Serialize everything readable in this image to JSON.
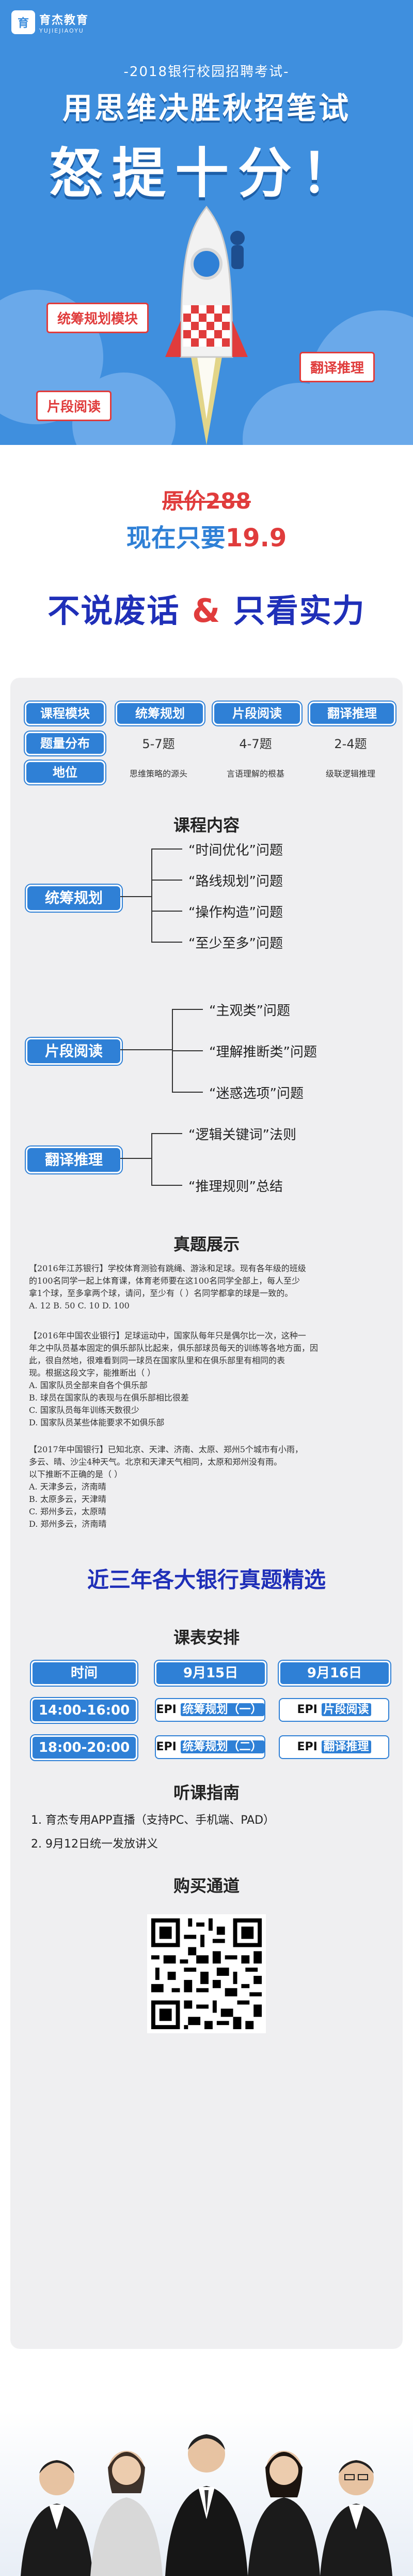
{
  "hero": {
    "logo_cn": "育杰教育",
    "logo_en": "YUJIEJIAOYU",
    "subtitle": "-2018银行校园招聘考试-",
    "title_line1": "用思维决胜秋招笔试",
    "title_line2": "怒提十分！",
    "tags": [
      "统筹规划模块",
      "翻译推理",
      "片段阅读"
    ]
  },
  "pricing": {
    "original": "原价288",
    "current_prefix": "现在只要",
    "current_value": "19.9",
    "slogan_left": "不说废话",
    "slogan_amp": "&",
    "slogan_right": "只看实力"
  },
  "module_table": {
    "headers": [
      "课程模块",
      "统筹规划",
      "片段阅读",
      "翻译推理"
    ],
    "row_distribution": {
      "label": "题量分布",
      "values": [
        "5-7题",
        "4-7题",
        "2-4题"
      ]
    },
    "row_position": {
      "label": "地位",
      "values": [
        "思维策略的源头",
        "言语理解的根基",
        "级联逻辑推理"
      ]
    }
  },
  "course_content": {
    "title": "课程内容",
    "modules": [
      {
        "label": "统筹规划",
        "items": [
          "“时间优化”问题",
          "“路线规划”问题",
          "“操作构造”问题",
          "“至少至多”问题"
        ]
      },
      {
        "label": "片段阅读",
        "items": [
          "“主观类”问题",
          "“理解推断类”问题",
          "“迷惑选项”问题"
        ]
      },
      {
        "label": "翻译推理",
        "items": [
          "“逻辑关键词”法则",
          "“推理规则”总结"
        ]
      }
    ]
  },
  "questions": {
    "title": "真题展示",
    "blocks": [
      [
        "【2016年江苏银行】学校体育测验有跳绳、游泳和足球。现有各年级的班级",
        "的100名同学一起上体育课，体育老师要在这100名同学全部上，每人至少",
        "拿1个球，至多拿两个球，请问，至少有（   ）名同学都拿的球是一致的。",
        "A. 12            B. 50            C. 10            D. 100"
      ],
      [
        "【2016年中国农业银行】足球运动中，国家队每年只是偶尔比一次，这种一",
        "年之中队员基本固定的俱乐部队比起来，俱乐部球员每天的训练等各地方面，因",
        "此，很自然地，很难看到同一球员在国家队里和在俱乐部里有相同的表",
        "现。根据这段文字，能推断出（   ）",
        "A. 国家队员全部来自各个俱乐部",
        "B. 球员在国家队的表现与在俱乐部相比很差",
        "C. 国家队员每年训练天数很少",
        "D. 国家队员某些体能要求不如俱乐部"
      ],
      [
        "【2017年中国银行】已知北京、天津、济南、太原、郑州5个城市有小雨，",
        "多云、晴、沙尘4种天气。北京和天津天气相同，太原和郑州没有雨。",
        "以下推断不正确的是（   ）",
        "A. 天津多云，济南晴",
        "B. 太原多云，天津晴",
        "C. 郑州多云，太原晴",
        "D. 郑州多云，济南晴"
      ]
    ]
  },
  "banner": "近三年各大银行真题精选",
  "schedule": {
    "title": "课表安排",
    "headers": [
      "时间",
      "9月15日",
      "9月16日"
    ],
    "rows": [
      {
        "time": "14:00-16:00",
        "day1_tag": "EPI",
        "day1": "统筹规划（一）",
        "day2_tag": "EPI",
        "day2": "片段阅读"
      },
      {
        "time": "18:00-20:00",
        "day1_tag": "EPI",
        "day1": "统筹规划（二）",
        "day2_tag": "EPI",
        "day2": "翻译推理"
      }
    ]
  },
  "guide": {
    "title": "听课指南",
    "items": [
      "1.  育杰专用APP直播（支持PC、手机端、PAD）",
      "2.  9月12日统一发放讲义"
    ]
  },
  "purchase": {
    "title": "购买通道"
  },
  "colors": {
    "brand_blue": "#2f80d6",
    "hero_blue": "#3f8fde",
    "accent_red": "#e03c3c",
    "slogan_navy": "#1f2fb8"
  }
}
